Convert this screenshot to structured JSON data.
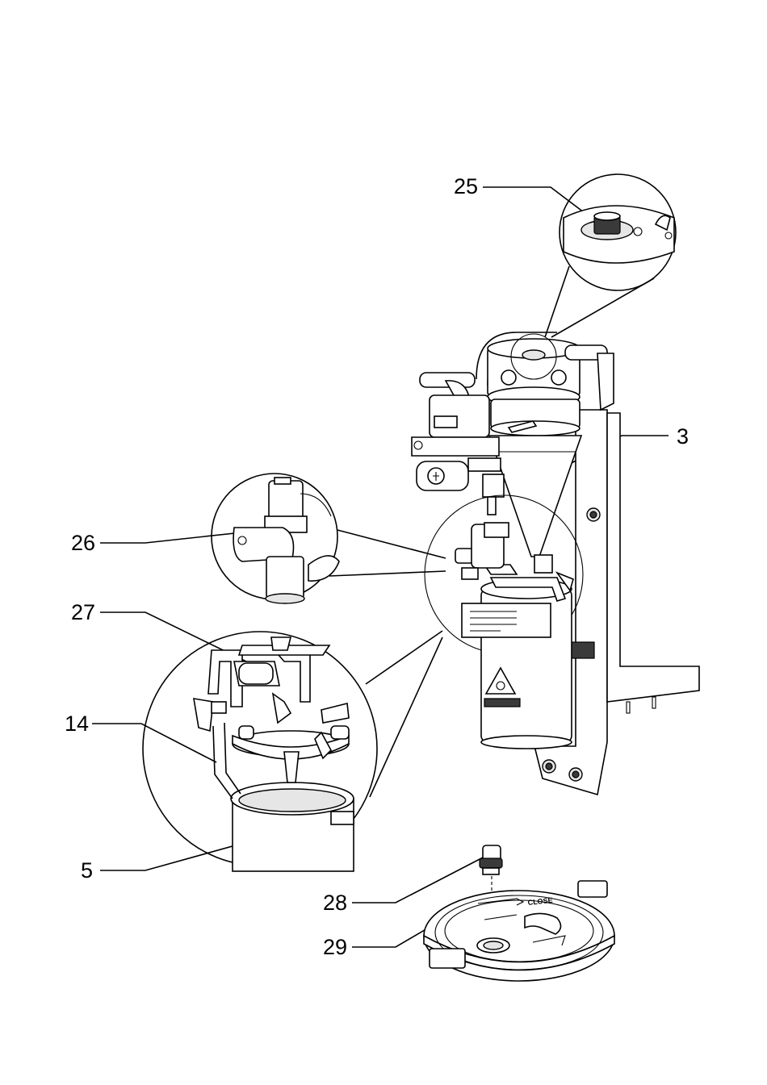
{
  "callouts": {
    "c25": "25",
    "c3": "3",
    "c26": "26",
    "c27": "27",
    "c14": "14",
    "c5": "5",
    "c28": "28",
    "c29": "29"
  },
  "lid": {
    "close_label": "CLOSE"
  },
  "colors": {
    "line": "#000000",
    "background": "#ffffff",
    "shade": "#e6e6e6"
  }
}
